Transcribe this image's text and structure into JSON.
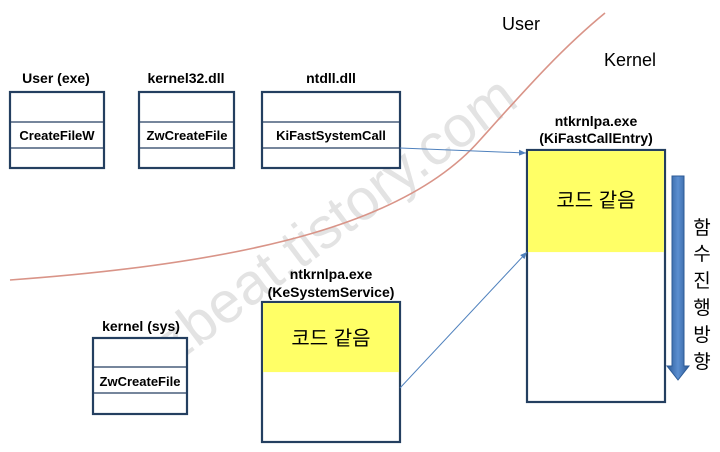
{
  "watermark": "ezbeat.tistory.com",
  "regions": {
    "user": "User",
    "kernel": "Kernel"
  },
  "modules": {
    "user_exe": {
      "title": "User (exe)",
      "func": "CreateFileW"
    },
    "kernel32": {
      "title": "kernel32.dll",
      "func": "ZwCreateFile"
    },
    "ntdll": {
      "title": "ntdll.dll",
      "func": "KiFastSystemCall"
    },
    "kernel_sys": {
      "title": "kernel (sys)",
      "func": "ZwCreateFile"
    },
    "ke_system_service": {
      "title_line1": "ntkrnlpa.exe",
      "title_line2": "(KeSystemService)",
      "code": "코드 같음"
    },
    "ki_fast_call_entry": {
      "title_line1": "ntkrnlpa.exe",
      "title_line2": "(KiFastCallEntry)",
      "code": "코드 같음"
    }
  },
  "direction_label": [
    "함",
    "수",
    "진",
    "행",
    "방",
    "향"
  ],
  "colors": {
    "box_border": "#243f60",
    "highlight": "#ffff66",
    "boundary": "#d99488",
    "arrow": "#4f81bd",
    "down_arrow": "#3d6aa8"
  }
}
